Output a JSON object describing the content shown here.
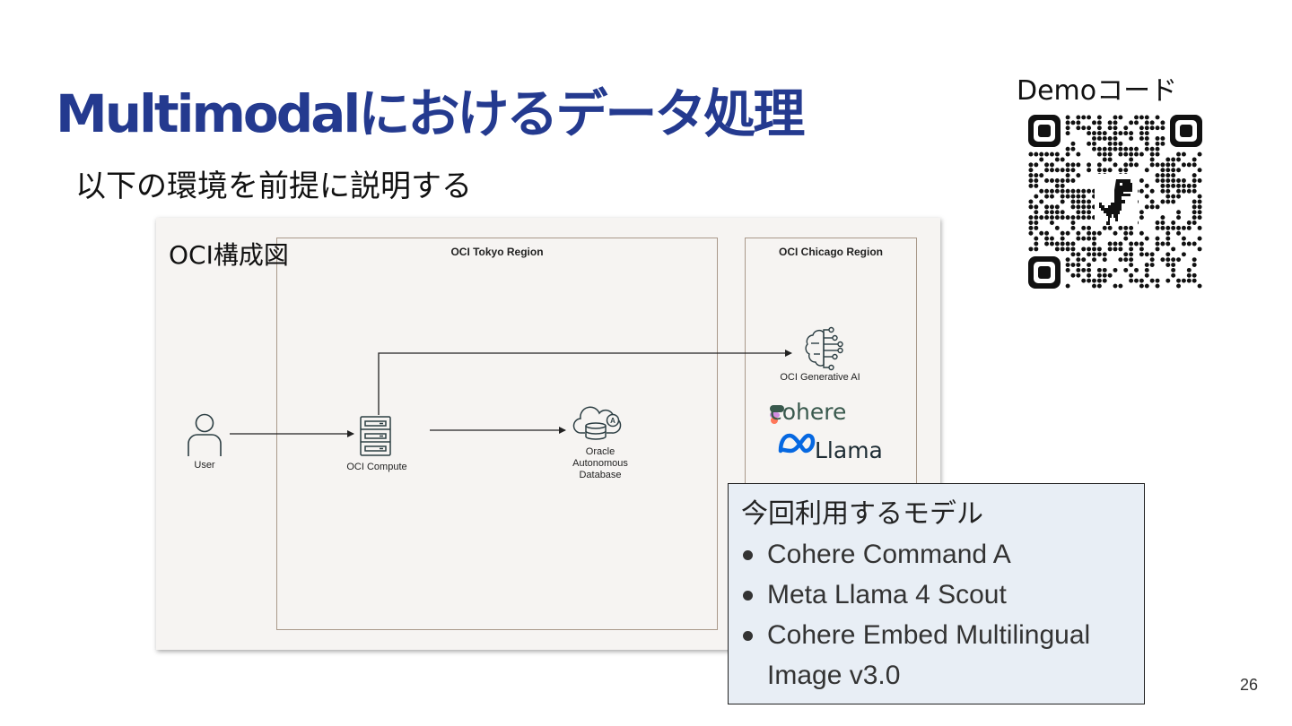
{
  "slide": {
    "title": "Multimodalにおけるデータ処理",
    "subtitle": "以下の環境を前提に説明する",
    "page_number": "26"
  },
  "demo": {
    "label": "Demoコード"
  },
  "diagram": {
    "label": "OCI構成図",
    "regions": {
      "tokyo": "OCI Tokyo Region",
      "chicago": "OCI Chicago Region"
    },
    "nodes": {
      "user": "User",
      "compute": "OCI Compute",
      "database": [
        "Oracle",
        "Autonomous",
        "Database"
      ],
      "genai": "OCI Generative AI"
    },
    "brands": {
      "cohere": "cohere",
      "llama": "Llama"
    },
    "colors": {
      "region_border": "#a9998a",
      "panel_bg": "#f6f4f2",
      "icon_stroke": "#2c3e43",
      "cohere_text": "#39594d",
      "meta_blue": "#0668e1"
    }
  },
  "models_box": {
    "title": "今回利用するモデル",
    "items": [
      "Cohere Command A",
      "Meta Llama 4 Scout",
      "Cohere Embed Multilingual Image v3.0"
    ]
  },
  "theme": {
    "title_color": "#243a8f",
    "models_box_bg": "#e8eef5"
  }
}
